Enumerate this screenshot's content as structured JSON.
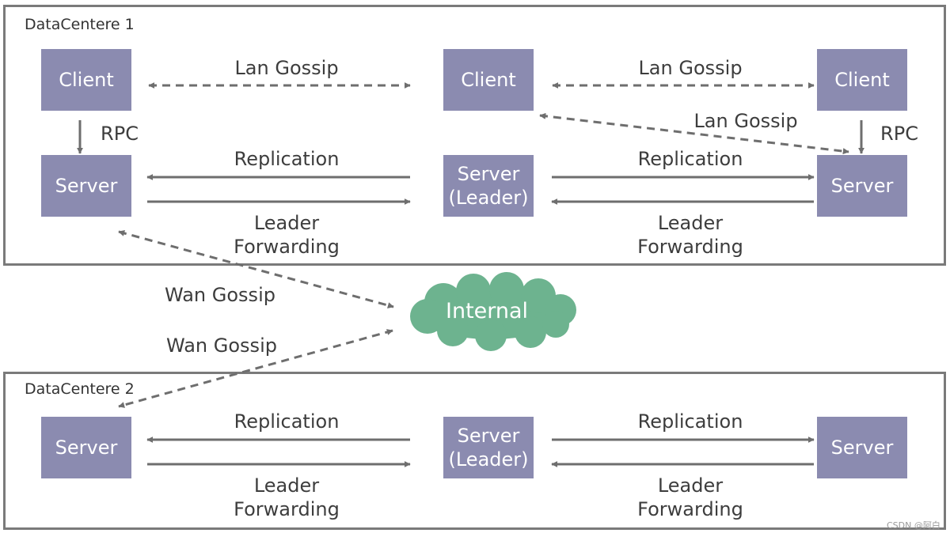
{
  "datacenter1": {
    "title": "DataCentere 1",
    "client_left": "Client",
    "client_mid": "Client",
    "client_right": "Client",
    "server_left": "Server",
    "server_leader": "Server\n(Leader)",
    "server_right": "Server",
    "lan_gossip_left": "Lan Gossip",
    "lan_gossip_right": "Lan Gossip",
    "lan_gossip_diag": "Lan Gossip",
    "rpc_left": "RPC",
    "rpc_right": "RPC",
    "replication_left": "Replication",
    "replication_right": "Replication",
    "forwarding_left": "Leader\nForwarding",
    "forwarding_right": "Leader\nForwarding"
  },
  "internet": {
    "label": "Internal",
    "wan_gossip_upper": "Wan Gossip",
    "wan_gossip_lower": "Wan Gossip"
  },
  "datacenter2": {
    "title": "DataCentere 2",
    "server_left": "Server",
    "server_leader": "Server\n(Leader)",
    "server_right": "Server",
    "replication_left": "Replication",
    "replication_right": "Replication",
    "forwarding_left": "Leader\nForwarding",
    "forwarding_right": "Leader\nForwarding"
  },
  "watermark": "CSDN @阿白",
  "colors": {
    "node_fill": "#8b8bb0",
    "cloud_fill": "#6db38f",
    "arrow": "#6e6e6e",
    "frame": "#7a7a7a"
  }
}
